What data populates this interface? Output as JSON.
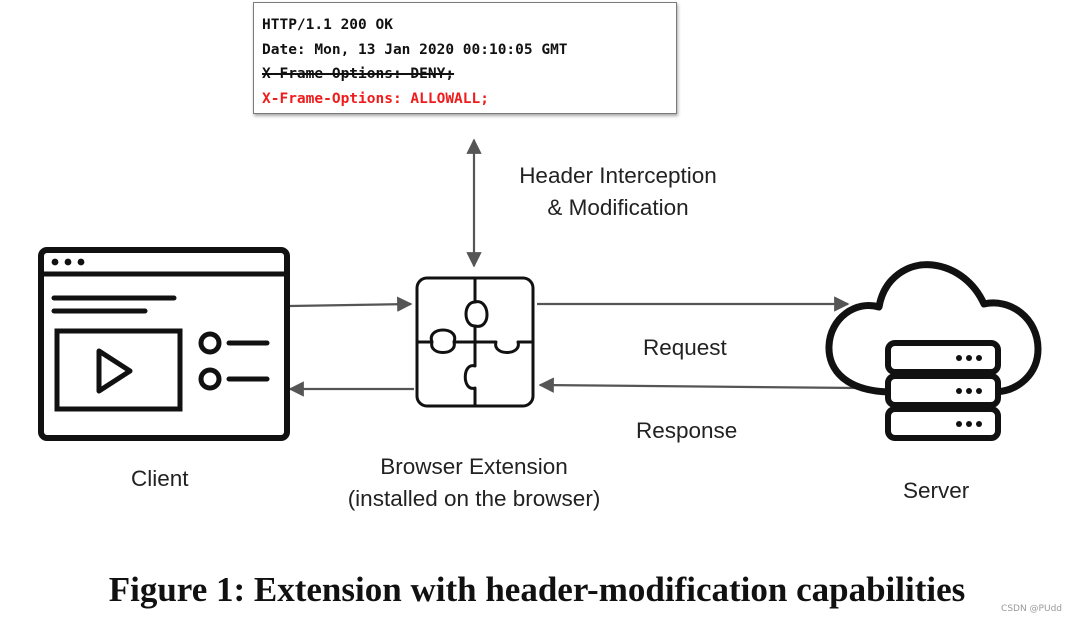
{
  "http_response": {
    "lines": [
      {
        "text": "HTTP/1.1 200 OK",
        "style": "normal"
      },
      {
        "text": "Date: Mon, 13 Jan 2020 00:10:05 GMT",
        "style": "normal"
      },
      {
        "text": "X-Frame-Options: DENY;",
        "style": "strikethrough"
      },
      {
        "text": "X-Frame-Options: ALLOWALL;",
        "style": "red"
      }
    ]
  },
  "labels": {
    "interception_line1": "Header Interception",
    "interception_line2": "& Modification",
    "request": "Request",
    "response": "Response",
    "client": "Client",
    "extension_line1": "Browser Extension",
    "extension_line2": "(installed on the browser)",
    "server": "Server"
  },
  "caption": "Figure 1: Extension with header-modification capabilities",
  "watermark": "CSDN @PUdd",
  "colors": {
    "stroke": "#111111",
    "arrow": "#555555",
    "highlight_red": "#ee1c1c"
  },
  "icons": {
    "client": "browser-window-icon",
    "extension": "puzzle-icon",
    "server": "cloud-server-icon"
  }
}
